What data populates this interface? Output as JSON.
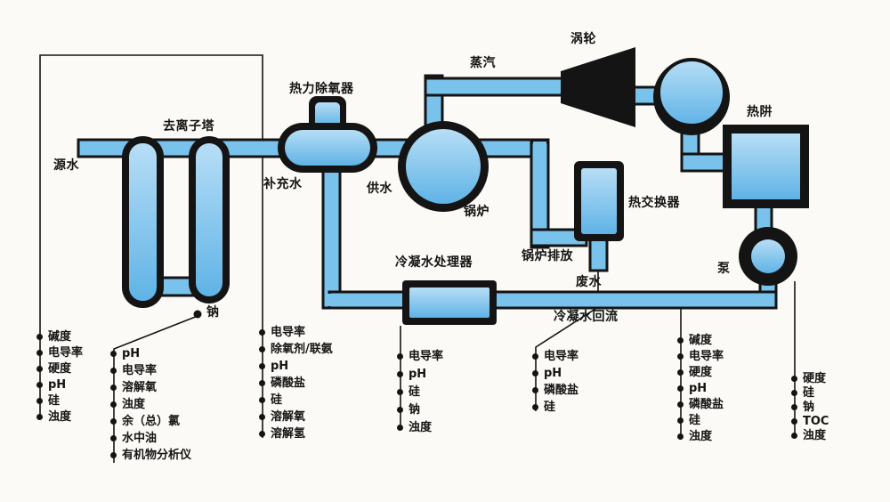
{
  "colors": {
    "ink": "#141414",
    "pipe": "#79c2ec",
    "vessel_light": "#b7def6",
    "vessel_dark": "#5fb3e6",
    "paper": "#fbfaf6"
  },
  "labels": {
    "source_water": "源水",
    "deionizer_tower": "去离子塔",
    "sodium": "钠",
    "thermal_deaerator": "热力除氧器",
    "makeup_water": "补充水",
    "feed_water": "供水",
    "boiler": "锅炉",
    "steam": "蒸汽",
    "turbine": "涡轮",
    "heat_sink": "热阱",
    "heat_exchanger": "热交换器",
    "boiler_blowdown": "锅炉排放",
    "waste_water": "废水",
    "condensate_polisher": "冷凝水处理器",
    "condensate_return": "冷凝水回流",
    "pump": "泵"
  },
  "measurement_groups": [
    {
      "point": "source-water",
      "items": [
        "碱度",
        "电导率",
        "硬度",
        "pH",
        "硅",
        "浊度"
      ]
    },
    {
      "point": "deionized-water",
      "items": [
        "pH",
        "电导率",
        "溶解氧",
        "浊度",
        "余（总）氯",
        "水中油",
        "有机物分析仪"
      ]
    },
    {
      "point": "makeup-water",
      "items": [
        "电导率",
        "除氧剂/联氨",
        "pH",
        "磷酸盐",
        "硅",
        "溶解氧",
        "溶解氢"
      ]
    },
    {
      "point": "condensate-polisher-outlet",
      "items": [
        "电导率",
        "pH",
        "硅",
        "钠",
        "浊度"
      ]
    },
    {
      "point": "boiler-blowdown",
      "items": [
        "电导率",
        "pH",
        "磷酸盐",
        "硅"
      ]
    },
    {
      "point": "condensate-return",
      "items": [
        "碱度",
        "电导率",
        "硬度",
        "pH",
        "磷酸盐",
        "硅",
        "浊度"
      ]
    },
    {
      "point": "heat-sink",
      "items": [
        "硬度",
        "硅",
        "钠",
        "TOC",
        "浊度"
      ]
    }
  ]
}
